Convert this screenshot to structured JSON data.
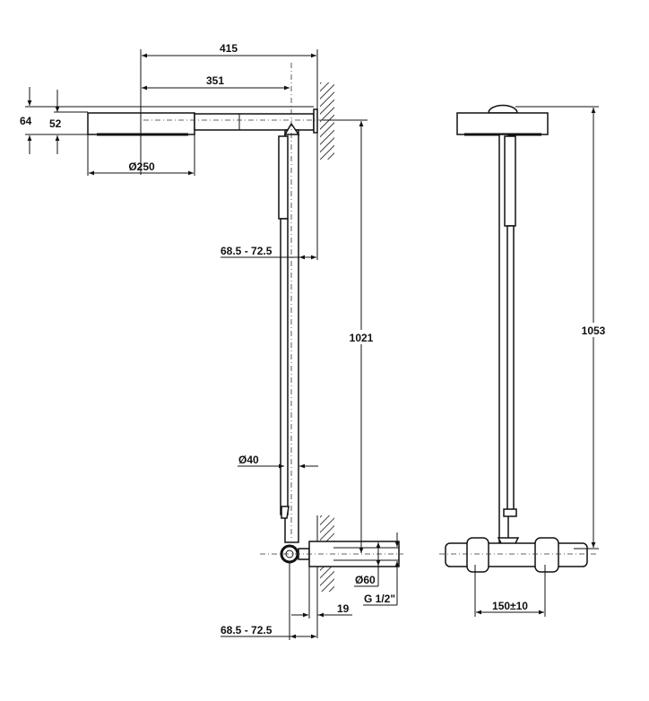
{
  "drawing": {
    "side_view": {
      "overall_projection": "415",
      "arm_length": "351",
      "head_height_overall": "64",
      "head_height": "52",
      "head_diameter": "Ø250",
      "wall_offset_top": "68.5 - 72.5",
      "pipe_height": "1021",
      "pipe_diameter": "Ø40",
      "flange_diameter": "Ø60",
      "thread": "G 1/2\"",
      "flange_depth": "19",
      "wall_offset_bottom": "68.5 - 72.5"
    },
    "front_view": {
      "overall_height": "1053",
      "inlet_spacing": "150±10"
    }
  }
}
